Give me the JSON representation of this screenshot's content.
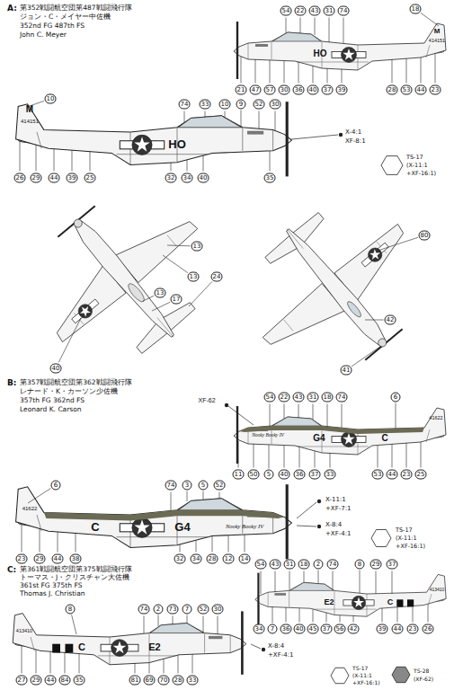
{
  "diagram": {
    "labels": [
      "A:",
      "第352戦闘航空団第487戦闘飛行隊",
      "ジョン・C・メイヤー中佐機",
      "352nd FG 487th FS",
      "John C. Meyer",
      "HO",
      "M",
      "414151",
      "54",
      "22",
      "43",
      "31",
      "74",
      "18",
      "21",
      "47",
      "57",
      "30",
      "36",
      "40",
      "37",
      "39",
      "28",
      "53",
      "44",
      "23",
      "HO",
      "M",
      "414151",
      "10",
      "74",
      "33",
      "10",
      "9",
      "52",
      "30",
      "26",
      "29",
      "44",
      "39",
      "25",
      "32",
      "34",
      "40",
      "35",
      "X-4:1",
      "XF-8:1",
      "TS-17",
      "(X-11:1",
      "+XF-16:1)",
      "13",
      "13",
      "13",
      "17",
      "24",
      "40",
      "80",
      "42",
      "41",
      "B:",
      "第357戦闘航空団第362戦闘飛行隊",
      "レナード・K・カーソン少佐機",
      "357th FG 362nd FS",
      "Leonard K. Carson",
      "XF-62",
      "G4",
      "C",
      "41622",
      "Nooky Booky IV",
      "54",
      "22",
      "43",
      "31",
      "18",
      "74",
      "6",
      "11",
      "50",
      "5",
      "40",
      "36",
      "37",
      "33",
      "53",
      "44",
      "23",
      "25",
      "41622",
      "C",
      "G4",
      "Nooky Booky IV",
      "6",
      "74",
      "3",
      "5",
      "52",
      "23",
      "29",
      "44",
      "38",
      "32",
      "34",
      "28",
      "12",
      "14",
      "X-11:1",
      "+XF-7:1",
      "X-8:4",
      "+XF-4:1",
      "TS-17",
      "(X-11:1",
      "+XF-16:1)",
      "C:",
      "第361戦闘航空団第375戦闘飛行隊",
      "トーマス・J・クリスチャン大佐機",
      "361st FG 375th FS",
      "Thomas J. Christian",
      "E2",
      "C",
      "413410",
      "54",
      "43",
      "31",
      "18",
      "2",
      "74",
      "8",
      "29",
      "37",
      "34",
      "7",
      "36",
      "40",
      "45",
      "37",
      "56",
      "42",
      "39",
      "44",
      "23",
      "26",
      "413410",
      "C",
      "E2",
      "8",
      "74",
      "2",
      "73",
      "7",
      "52",
      "30",
      "27",
      "29",
      "44",
      "84",
      "35",
      "81",
      "69",
      "70",
      "28",
      "33",
      "X-8:4",
      "+XF-4:1",
      "TS-17",
      "(X-11:1",
      "+XF-16:1)",
      "TS-28",
      "(XF-62)"
    ]
  }
}
